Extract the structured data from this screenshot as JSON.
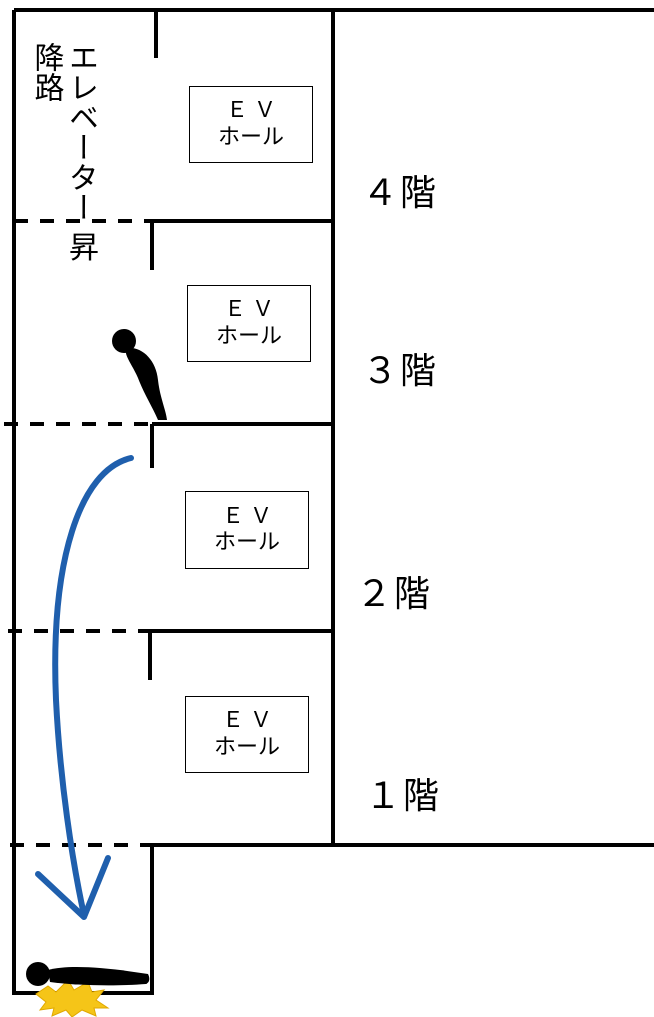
{
  "shaft_label": [
    "エレベーター",
    "昇降路"
  ],
  "ev_hall": {
    "line1": "ＥＶ",
    "line2": "ホール"
  },
  "floors": [
    {
      "label": "４階"
    },
    {
      "label": "３階"
    },
    {
      "label": "２階"
    },
    {
      "label": "１階"
    }
  ],
  "colors": {
    "arrow": "#1f5fad",
    "impact": "#f5c518",
    "line": "#000000"
  }
}
